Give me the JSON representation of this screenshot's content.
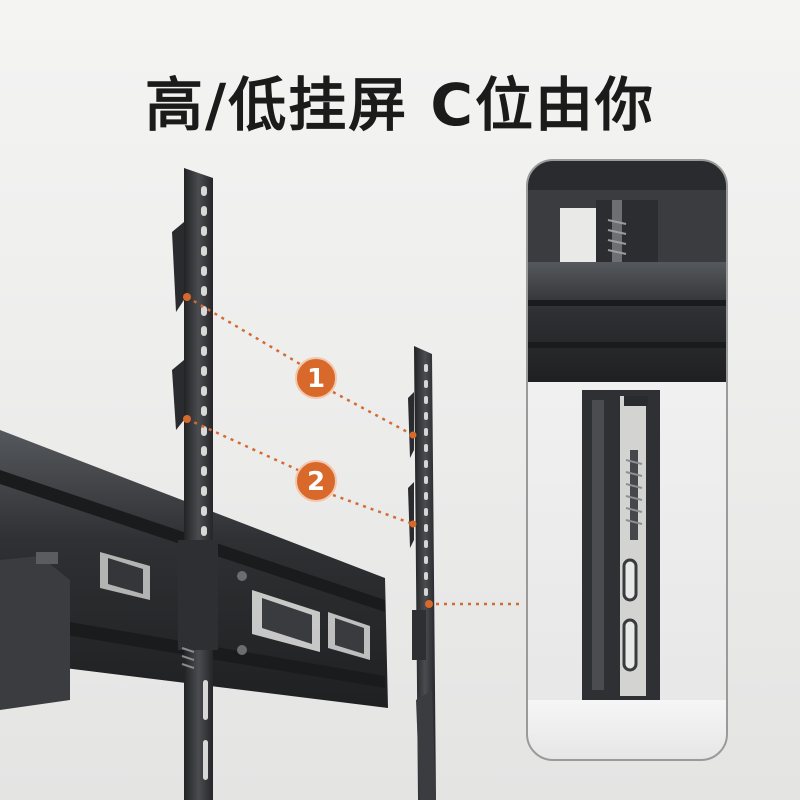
{
  "headline": "高/低挂屏 C位由你",
  "markers": [
    {
      "label": "1"
    },
    {
      "label": "2"
    }
  ],
  "colors": {
    "marker": "#d9692a",
    "leader_line": "#d46a33",
    "steel_dark": "#2c2d2f",
    "steel_mid": "#45474a",
    "zoom_frame": "#9a9a9a"
  }
}
